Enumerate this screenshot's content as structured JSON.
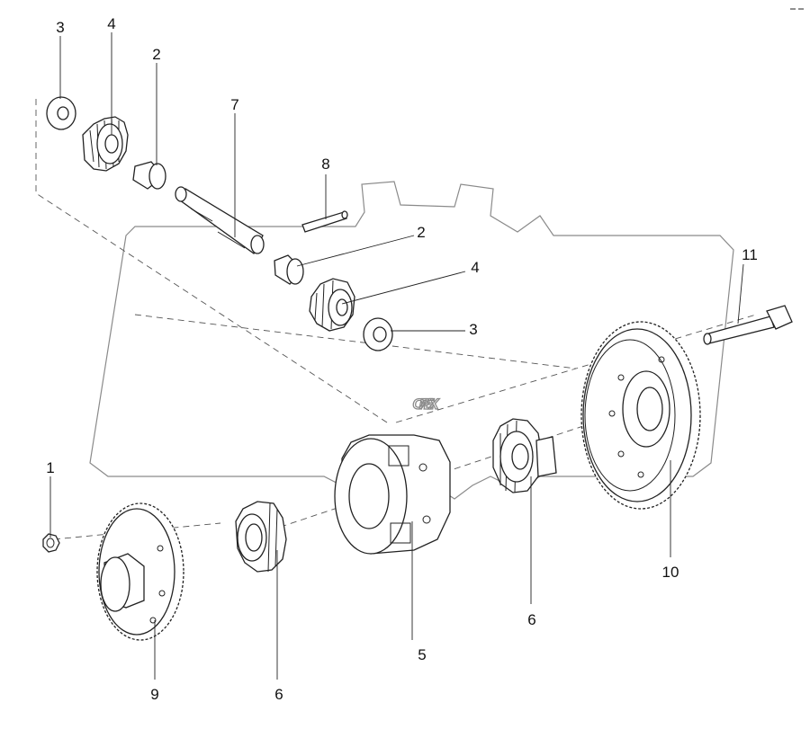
{
  "watermark": {
    "text": "OPEX"
  },
  "callouts": [
    {
      "id": "c3a",
      "label": "3"
    },
    {
      "id": "c4a",
      "label": "4"
    },
    {
      "id": "c2a",
      "label": "2"
    },
    {
      "id": "c7",
      "label": "7"
    },
    {
      "id": "c8",
      "label": "8"
    },
    {
      "id": "c2b",
      "label": "2"
    },
    {
      "id": "c4b",
      "label": "4"
    },
    {
      "id": "c3b",
      "label": "3"
    },
    {
      "id": "c11",
      "label": "11"
    },
    {
      "id": "c1",
      "label": "1"
    },
    {
      "id": "c10",
      "label": "10"
    },
    {
      "id": "c6a",
      "label": "6"
    },
    {
      "id": "c5",
      "label": "5"
    },
    {
      "id": "c9",
      "label": "9"
    },
    {
      "id": "c6b",
      "label": "6"
    }
  ]
}
